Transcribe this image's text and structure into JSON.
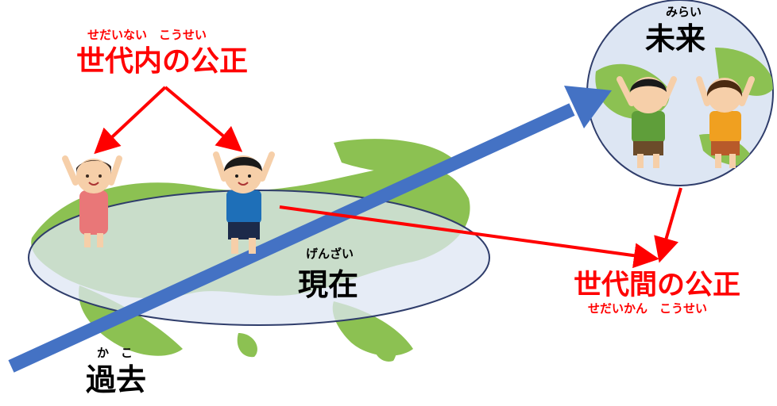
{
  "colors": {
    "accent_red": "#ff0000",
    "timeline_blue": "#4472c4",
    "ellipse_fill": "#dde6f3",
    "circle_fill": "#dde6f3",
    "outline": "#2f3d6b",
    "land_green": "#8cc152"
  },
  "labels": {
    "intra_ruby": "せだいない　こうせい",
    "intra_title": "世代内の公正",
    "future_ruby": "みらい",
    "future_title": "未来",
    "present_ruby": "げんざい",
    "present_title": "現在",
    "inter_title": "世代間の公正",
    "inter_ruby": "せだいかん　こうせい",
    "past_ruby": "か　こ",
    "past_title": "過去"
  }
}
